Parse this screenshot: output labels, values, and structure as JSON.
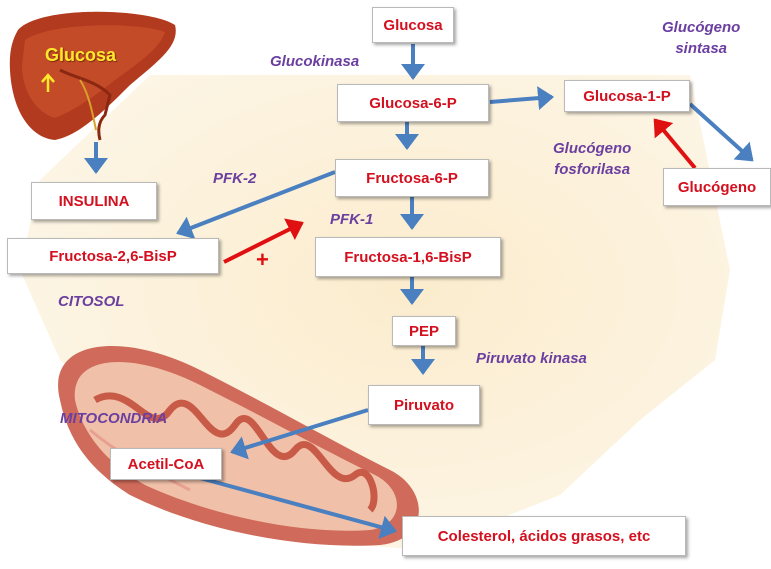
{
  "nodes": {
    "glucosa": "Glucosa",
    "glucosa_6_p": "Glucosa-6-P",
    "glucosa_1_p": "Glucosa-1-P",
    "fructosa_6_p": "Fructosa-6-P",
    "glucogeno": "Glucógeno",
    "insulina": "INSULINA",
    "fructosa_2_6_bisp": "Fructosa-2,6-BisP",
    "fructosa_1_6_bisp": "Fructosa-1,6-BisP",
    "pep": "PEP",
    "piruvato": "Piruvato",
    "acetil_coa": "Acetil-CoA",
    "colesterol": "Colesterol, ácidos grasos, etc"
  },
  "enzymes": {
    "glucokinasa": "Glucokinasa",
    "glucogeno_sintasa_1": "Glucógeno",
    "glucogeno_sintasa_2": "sintasa",
    "glucogeno_fosforilasa_1": "Glucógeno",
    "glucogeno_fosforilasa_2": "fosforilasa",
    "pfk2": "PFK-2",
    "pfk1": "PFK-1",
    "piruvato_kinasa": "Piruvato kinasa"
  },
  "compartments": {
    "citosol": "CITOSOL",
    "mitocondria": "MITOCONDRIA"
  },
  "liver_label": "Glucosa",
  "activation_sign": "+",
  "colors": {
    "node_text": "#d4101f",
    "enzyme_text": "#6b3fa0",
    "arrow_blue": "#4a7fc0",
    "arrow_red": "#e01010",
    "cytosol_fill": "#fdf3de"
  }
}
